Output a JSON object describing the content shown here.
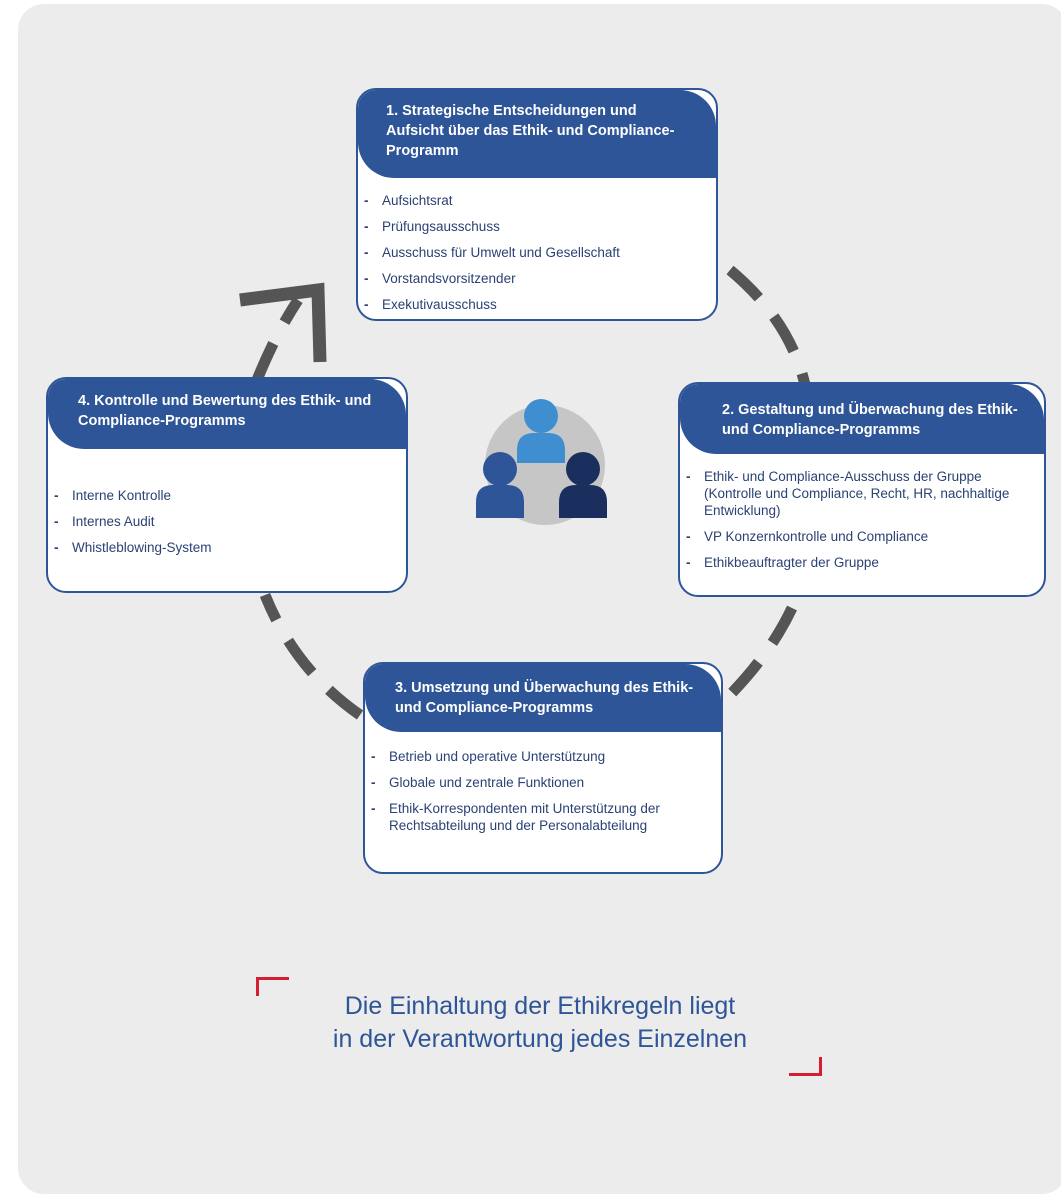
{
  "boxes": [
    {
      "title": "1. Strategische Entscheidungen und Aufsicht über das Ethik- und Compliance-Programm",
      "items": [
        "Aufsichtsrat",
        "Prüfungsausschuss",
        "Ausschuss für Umwelt und Gesellschaft",
        "Vorstandsvorsitzender",
        "Exekutivausschuss"
      ]
    },
    {
      "title": "2. Gestaltung und Überwachung des Ethik- und Compliance-Programms",
      "items": [
        "Ethik- und Compliance-Ausschuss der Gruppe (Kontrolle und Compliance, Recht, HR, nachhaltige Entwicklung)",
        "VP Konzernkontrolle und Compliance",
        "Ethikbeauftragter der Gruppe"
      ]
    },
    {
      "title": "3. Umsetzung und Überwachung des Ethik- und Compliance-Programms",
      "items": [
        "Betrieb und operative Unterstützung",
        "Globale und zentrale Funktionen",
        "Ethik-Korrespondenten mit Unterstützung der Rechtsabteilung und der Personalabteilung"
      ]
    },
    {
      "title": "4. Kontrolle und Bewertung des Ethik- und Compliance-Programms",
      "items": [
        "Interne Kontrolle",
        "Internes Audit",
        "Whistleblowing-System"
      ]
    }
  ],
  "bullet_char": "-",
  "quote": {
    "line1": "Die Einhaltung der Ethikregeln liegt",
    "line2": "in der Verantwortung jedes Einzelnen"
  },
  "icon": "group-of-people-icon",
  "colors": {
    "primary_blue": "#2e5597",
    "light_blue": "#3f8fd0",
    "dark_navy": "#1a2f5e",
    "accent_red": "#d41e34",
    "dash_grey": "#555555",
    "background": "#ececec"
  }
}
